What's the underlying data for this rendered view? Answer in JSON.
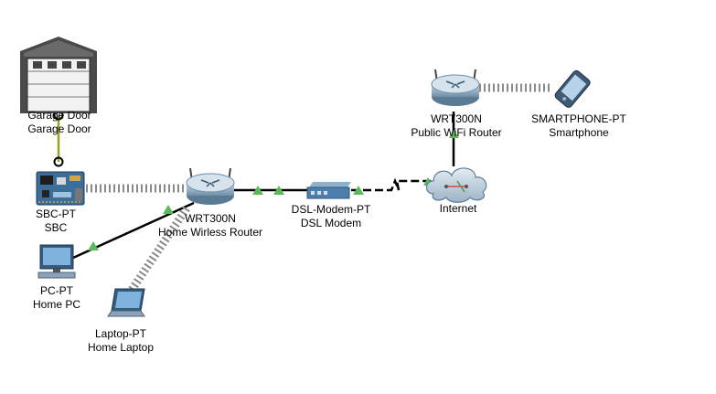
{
  "devices": {
    "garage": {
      "type_label": "Garage Door",
      "name_label": "Garage Door",
      "icon": "garage-door-icon"
    },
    "sbc": {
      "type_label": "SBC-PT",
      "name_label": "SBC",
      "icon": "sbc-board-icon"
    },
    "home_router": {
      "type_label": "WRT300N",
      "name_label": "Home Wirless Router",
      "icon": "wireless-router-icon"
    },
    "dsl_modem": {
      "type_label": "DSL-Modem-PT",
      "name_label": "DSL Modem",
      "icon": "dsl-modem-icon"
    },
    "internet": {
      "type_label": "",
      "name_label": "Internet",
      "icon": "cloud-icon"
    },
    "public_router": {
      "type_label": "WRT300N",
      "name_label": "Public WiFi Router",
      "icon": "wireless-router-icon"
    },
    "smartphone": {
      "type_label": "SMARTPHONE-PT",
      "name_label": "Smartphone",
      "icon": "smartphone-icon"
    },
    "home_pc": {
      "type_label": "PC-PT",
      "name_label": "Home PC",
      "icon": "pc-icon"
    },
    "laptop": {
      "type_label": "Laptop-PT",
      "name_label": "Home Laptop",
      "icon": "laptop-icon"
    }
  },
  "colors": {
    "cable": "#000000",
    "iot_link": "#9aa01a",
    "link_up": "#5cb85c",
    "wireless": "#8a8a8a",
    "device_body": "#3b6f9a"
  }
}
